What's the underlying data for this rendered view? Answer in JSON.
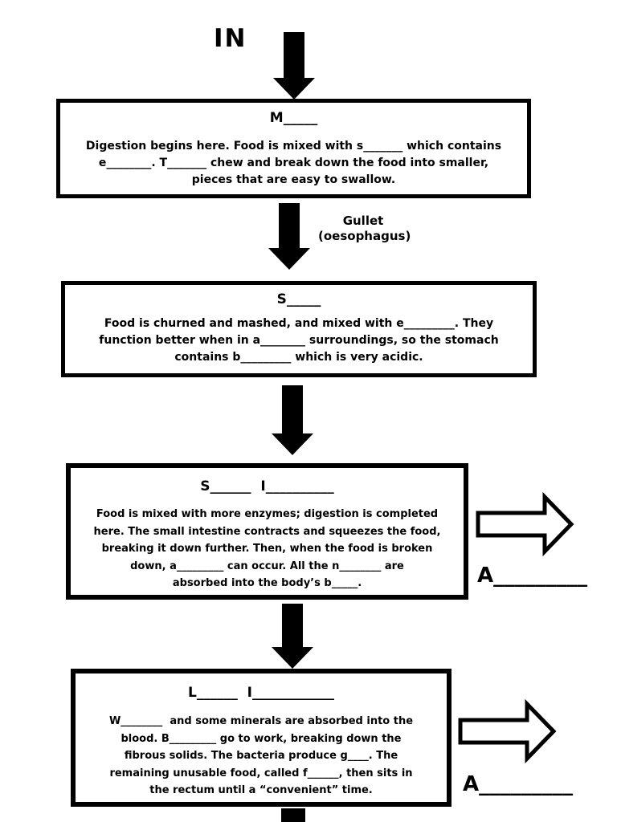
{
  "diagram": {
    "colors": {
      "ink": "#000000",
      "background": "#ffffff"
    },
    "entry_label": "IN",
    "gullet_label": {
      "line1": "Gullet",
      "line2": "(oesophagus)"
    },
    "mouth": {
      "title": "M_____",
      "lines": [
        "Digestion begins here. Food is mixed with s_______ which contains",
        "e________. T_______ chew and break down the food into smaller,",
        "pieces that are easy to swallow."
      ]
    },
    "stomach": {
      "title": "S_____",
      "lines": [
        "Food is churned and mashed, and mixed with e_________. They",
        "function better when in a________ surroundings, so the stomach",
        "contains b_________ which is very acidic."
      ]
    },
    "small_intestine": {
      "title": "S______  I__________",
      "lines": [
        "Food is mixed with more enzymes; digestion is completed",
        "here. The small intestine contracts and squeezes the food,",
        "breaking it down further. Then, when the food is broken",
        "down, a_________ can occur. All the n________ are",
        "absorbed into the body’s b_____."
      ],
      "side_label": "A_________"
    },
    "large_intestine": {
      "title": "L______  I____________",
      "lines": [
        "W________  and some minerals are absorbed into the",
        "blood. B_________ go to work, breaking down the",
        "fibrous solids. The bacteria produce g____. The",
        "remaining unusable food, called f______, then sits in",
        "the rectum until a “convenient” time."
      ],
      "side_label": "A_________"
    }
  }
}
